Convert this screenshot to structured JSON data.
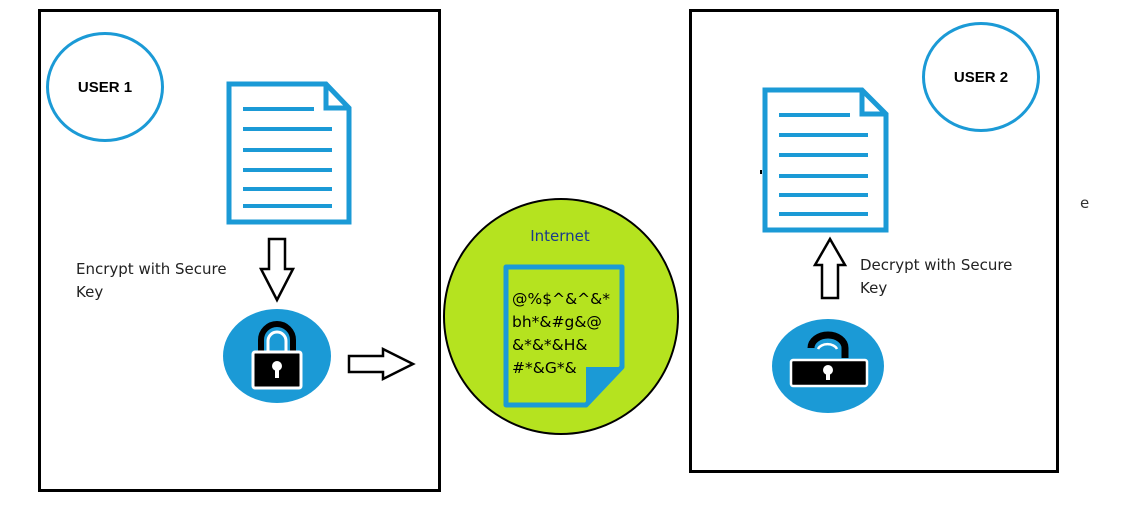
{
  "sender": {
    "user_label": "USER 1",
    "action_label_line1": "Encrypt with Secure",
    "action_label_line2": "Key",
    "icon": "locked-padlock-icon"
  },
  "receiver": {
    "user_label": "USER 2",
    "action_label_line1": "Decrypt with Secure",
    "action_label_line2": "Key",
    "icon": "unlocked-padlock-icon"
  },
  "network": {
    "title": "Internet",
    "ciphertext_lines": [
      "@%$^&^&*",
      "bh*&#g&@",
      "&*&*&H&",
      "#*&G*&"
    ]
  },
  "stray_text": "e",
  "colors": {
    "accent_blue": "#1b9ad6",
    "internet_green": "#b5e31f",
    "border_black": "#000000"
  }
}
